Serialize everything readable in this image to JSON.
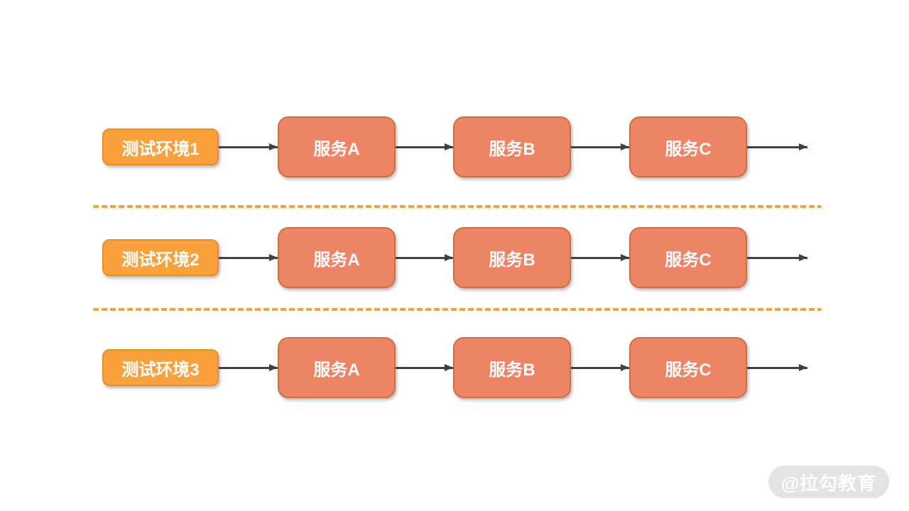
{
  "diagram": {
    "rows": [
      {
        "env_label": "测试环境1",
        "services": [
          "服务A",
          "服务B",
          "服务C"
        ]
      },
      {
        "env_label": "测试环境2",
        "services": [
          "服务A",
          "服务B",
          "服务C"
        ]
      },
      {
        "env_label": "测试环境3",
        "services": [
          "服务A",
          "服务B",
          "服务C"
        ]
      }
    ]
  },
  "colors": {
    "env_box_fill": "#F9A13C",
    "env_box_border": "#E88E2B",
    "service_box_fill": "#EE8466",
    "service_box_border": "#CB7040",
    "arrow_color": "#404040",
    "separator_color": "#F9A33D",
    "watermark_bg": "#E3E3E3",
    "watermark_text": "#FFFFFF"
  },
  "watermark": {
    "label": "@拉勾教育"
  }
}
